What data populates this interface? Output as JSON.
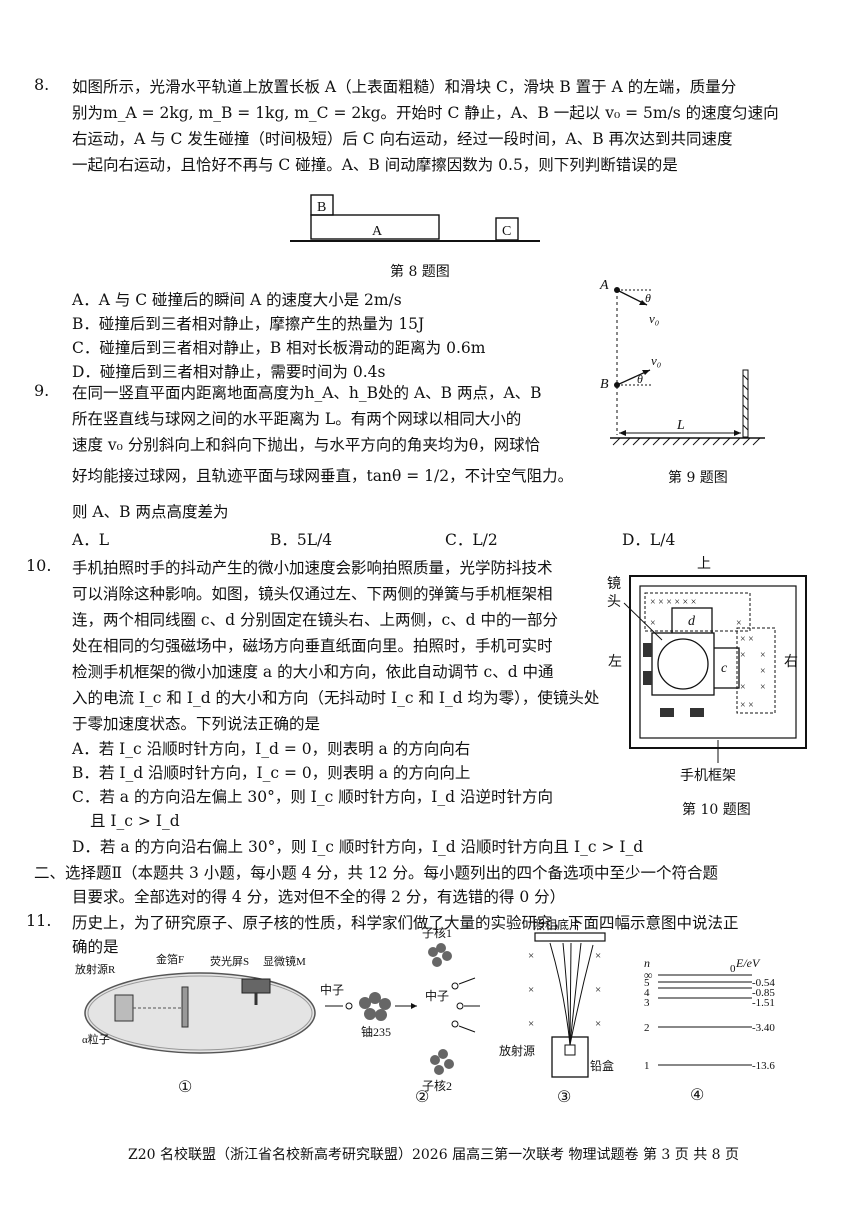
{
  "q8": {
    "number": "8.",
    "lines": [
      "如图所示，光滑水平轨道上放置长板 A（上表面粗糙）和滑块 C，滑块 B 置于 A 的左端，质量分",
      "别为m_A = 2kg, m_B = 1kg, m_C = 2kg。开始时 C 静止，A、B 一起以 v₀ = 5m/s 的速度匀速向",
      "右运动，A 与 C 发生碰撞（时间极短）后 C 向右运动，经过一段时间，A、B 再次达到共同速度",
      "一起向右运动，且恰好不再与 C 碰撞。A、B 间动摩擦因数为 0.5，则下列判断错误的是"
    ],
    "fig_caption": "第 8 题图",
    "block_B": "B",
    "block_A": "A",
    "block_C": "C",
    "options": [
      "A．A 与 C 碰撞后的瞬间 A 的速度大小是 2m/s",
      "B．碰撞后到三者相对静止，摩擦产生的热量为 15J",
      "C．碰撞后到三者相对静止，B 相对长板滑动的距离为 0.6m",
      "D．碰撞后到三者相对静止，需要时间为 0.4s"
    ]
  },
  "q9": {
    "number": "9.",
    "lines": [
      "在同一竖直平面内距离地面高度为h_A、h_B处的 A、B 两点，A、B",
      "所在竖直线与球网之间的水平距离为 L。有两个网球以相同大小的",
      "速度 v₀ 分别斜向上和斜向下抛出，与水平方向的角夹均为θ，网球恰",
      "好均能接过球网，且轨迹平面与球网垂直，tanθ = 1/2，不计空气阻力。",
      "则 A、B 两点高度差为"
    ],
    "options": [
      "A．L",
      "B．5L/4",
      "C．L/2",
      "D．L/4"
    ],
    "fig_caption": "第 9 题图",
    "fig_A": "A",
    "fig_B": "B",
    "fig_theta": "θ",
    "fig_v0": "v₀",
    "fig_L": "L"
  },
  "q10": {
    "number": "10.",
    "lines": [
      "手机拍照时手的抖动产生的微小加速度会影响拍照质量，光学防抖技术",
      "可以消除这种影响。如图，镜头仅通过左、下两侧的弹簧与手机框架相",
      "连，两个相同线圈 c、d 分别固定在镜头右、上两侧，c、d 中的一部分",
      "处在相同的匀强磁场中，磁场方向垂直纸面向里。拍照时，手机可实时",
      "检测手机框架的微小加速度 a 的大小和方向，依此自动调节 c、d 中通",
      "入的电流 I_c 和 I_d 的大小和方向（无抖动时 I_c 和 I_d 均为零），使镜头处",
      "于零加速度状态。下列说法正确的是"
    ],
    "options": [
      "A．若 I_c 沿顺时针方向，I_d = 0，则表明 a 的方向向右",
      "B．若 I_d 沿顺时针方向，I_c = 0，则表明 a 的方向向上",
      "C．若 a 的方向沿左偏上 30°，则 I_c 顺时针方向，I_d 沿逆时针方向",
      "且 I_c > I_d",
      "D．若 a 的方向沿右偏上 30°，则 I_c 顺时针方向，I_d 沿顺时针方向且 I_c > I_d"
    ],
    "fig_caption": "第 10 题图",
    "fig_up": "上",
    "fig_left": "左",
    "fig_right": "右",
    "fig_lens": "镜头",
    "fig_frame": "手机框架",
    "fig_c": "c",
    "fig_d": "d"
  },
  "section2": {
    "lines": [
      "二、选择题Ⅱ（本题共 3 小题，每小题 4 分，共 12 分。每小题列出的四个备选项中至少一个符合题",
      "目要求。全部选对的得 4 分，选对但不全的得 2 分，有选错的得 0 分）"
    ]
  },
  "q11": {
    "number": "11.",
    "lines": [
      "历史上，为了研究原子、原子核的性质，科学家们做了大量的实验研究，下面四幅示意图中说法正",
      "确的是"
    ],
    "fig1": {
      "source": "放射源R",
      "foil": "金箔F",
      "screen": "荧光屏S",
      "microscope": "显微镜M",
      "alpha": "α粒子",
      "label": "①"
    },
    "fig2": {
      "neutron": "中子",
      "u235": "铀235",
      "nucleus1": "子核1",
      "nucleus2": "子核2",
      "neutron2": "中子",
      "label": "②"
    },
    "fig3": {
      "film": "照相底片",
      "source": "放射源",
      "box": "铅盒",
      "label": "③"
    },
    "fig4": {
      "n": "n",
      "E": "E/eV",
      "levels": [
        {
          "n": "∞",
          "E": "0"
        },
        {
          "n": "5",
          "E": "-0.54"
        },
        {
          "n": "4",
          "E": "-0.85"
        },
        {
          "n": "3",
          "E": "-1.51"
        },
        {
          "n": "2",
          "E": "-3.40"
        },
        {
          "n": "1",
          "E": "-13.6"
        }
      ],
      "label": "④"
    }
  },
  "footer": "Z20 名校联盟（浙江省名校新高考研究联盟）2026 届高三第一次联考 物理试题卷 第 3 页 共 8 页"
}
